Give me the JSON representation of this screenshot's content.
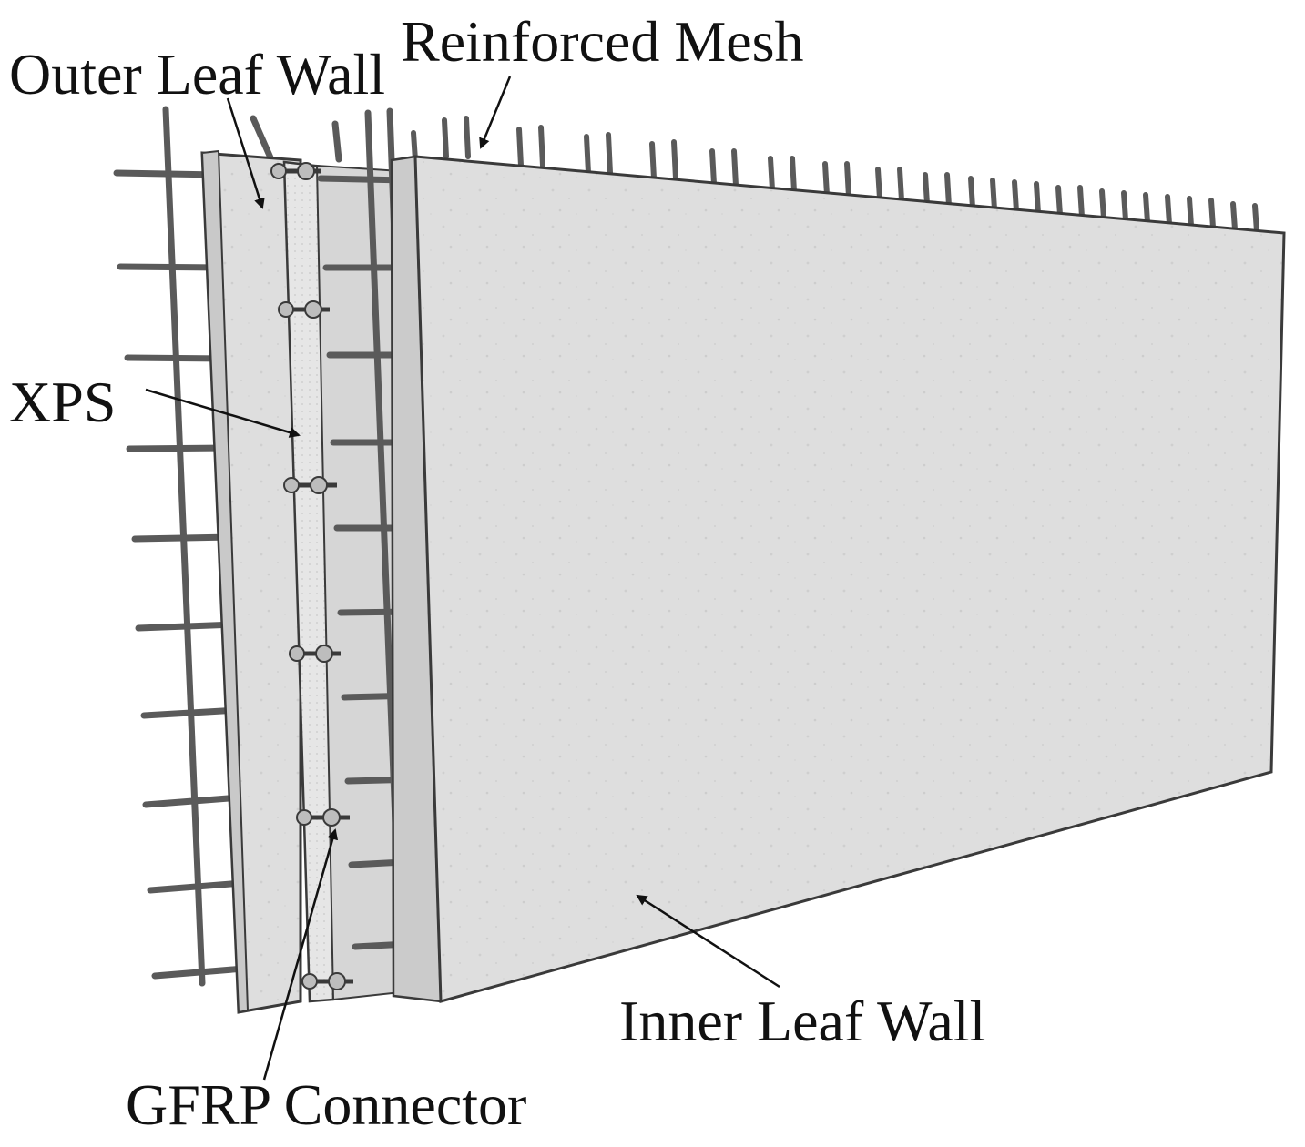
{
  "labels": {
    "outer_leaf_wall": "Outer Leaf Wall",
    "reinforced_mesh": "Reinforced Mesh",
    "xps": "XPS",
    "inner_leaf_wall": "Inner Leaf Wall",
    "gfrp_connector": "GFRP Connector"
  },
  "colors": {
    "concrete_face": "#dcdcdc",
    "concrete_edge": "#c9c9c9",
    "xps_band": "#e8e8e8",
    "rebar": "#5a5a5a",
    "outline": "#3a3a3a",
    "arrow": "#111111"
  }
}
